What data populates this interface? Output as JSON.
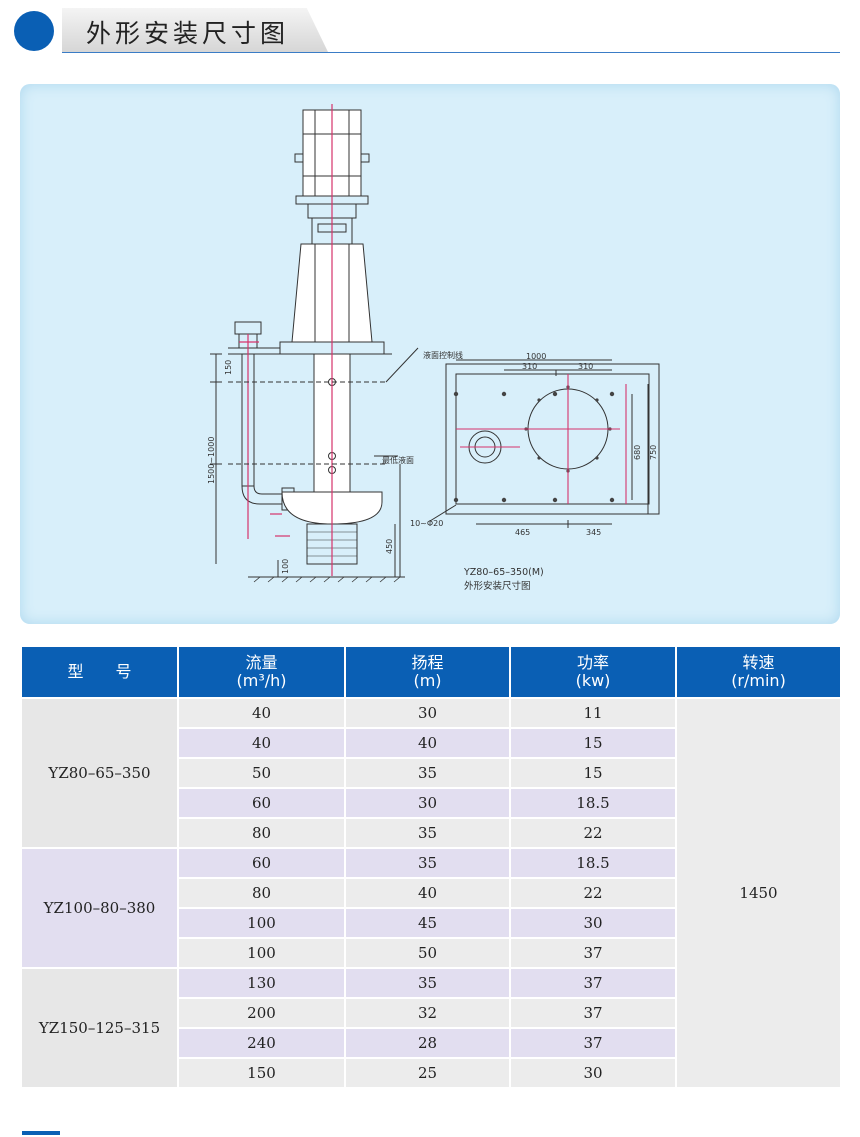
{
  "header": {
    "title": "外形安装尺寸图"
  },
  "diagram": {
    "dims": {
      "d150": "150",
      "d1500": "1500~1000",
      "d450": "450",
      "d100": "100",
      "d1000": "1000",
      "d310a": "310",
      "d310b": "310",
      "d680": "680",
      "d750": "750",
      "d465": "465",
      "d345": "345",
      "holes": "10~Φ20"
    },
    "labels": {
      "control_line": "液面控制线",
      "low_level": "最低液面"
    },
    "caption_line1": "YZ80–65–350(M)",
    "caption_line2": "外形安装尺寸图"
  },
  "table": {
    "headers": {
      "model": "型　　号",
      "flow_line1": "流量",
      "flow_line2": "(m³/h)",
      "head_line1": "扬程",
      "head_line2": "(m)",
      "power_line1": "功率",
      "power_line2": "(kw)",
      "speed_line1": "转速",
      "speed_line2": "(r/min)"
    },
    "speed": "1450",
    "groups": [
      {
        "model": "YZ80–65–350",
        "rows": [
          [
            "40",
            "30",
            "11"
          ],
          [
            "40",
            "40",
            "15"
          ],
          [
            "50",
            "35",
            "15"
          ],
          [
            "60",
            "30",
            "18.5"
          ],
          [
            "80",
            "35",
            "22"
          ]
        ]
      },
      {
        "model": "YZ100–80–380",
        "rows": [
          [
            "60",
            "35",
            "18.5"
          ],
          [
            "80",
            "40",
            "22"
          ],
          [
            "100",
            "45",
            "30"
          ],
          [
            "100",
            "50",
            "37"
          ]
        ]
      },
      {
        "model": "YZ150–125–315",
        "rows": [
          [
            "130",
            "35",
            "37"
          ],
          [
            "200",
            "32",
            "37"
          ],
          [
            "240",
            "28",
            "37"
          ],
          [
            "150",
            "25",
            "30"
          ]
        ]
      }
    ]
  }
}
